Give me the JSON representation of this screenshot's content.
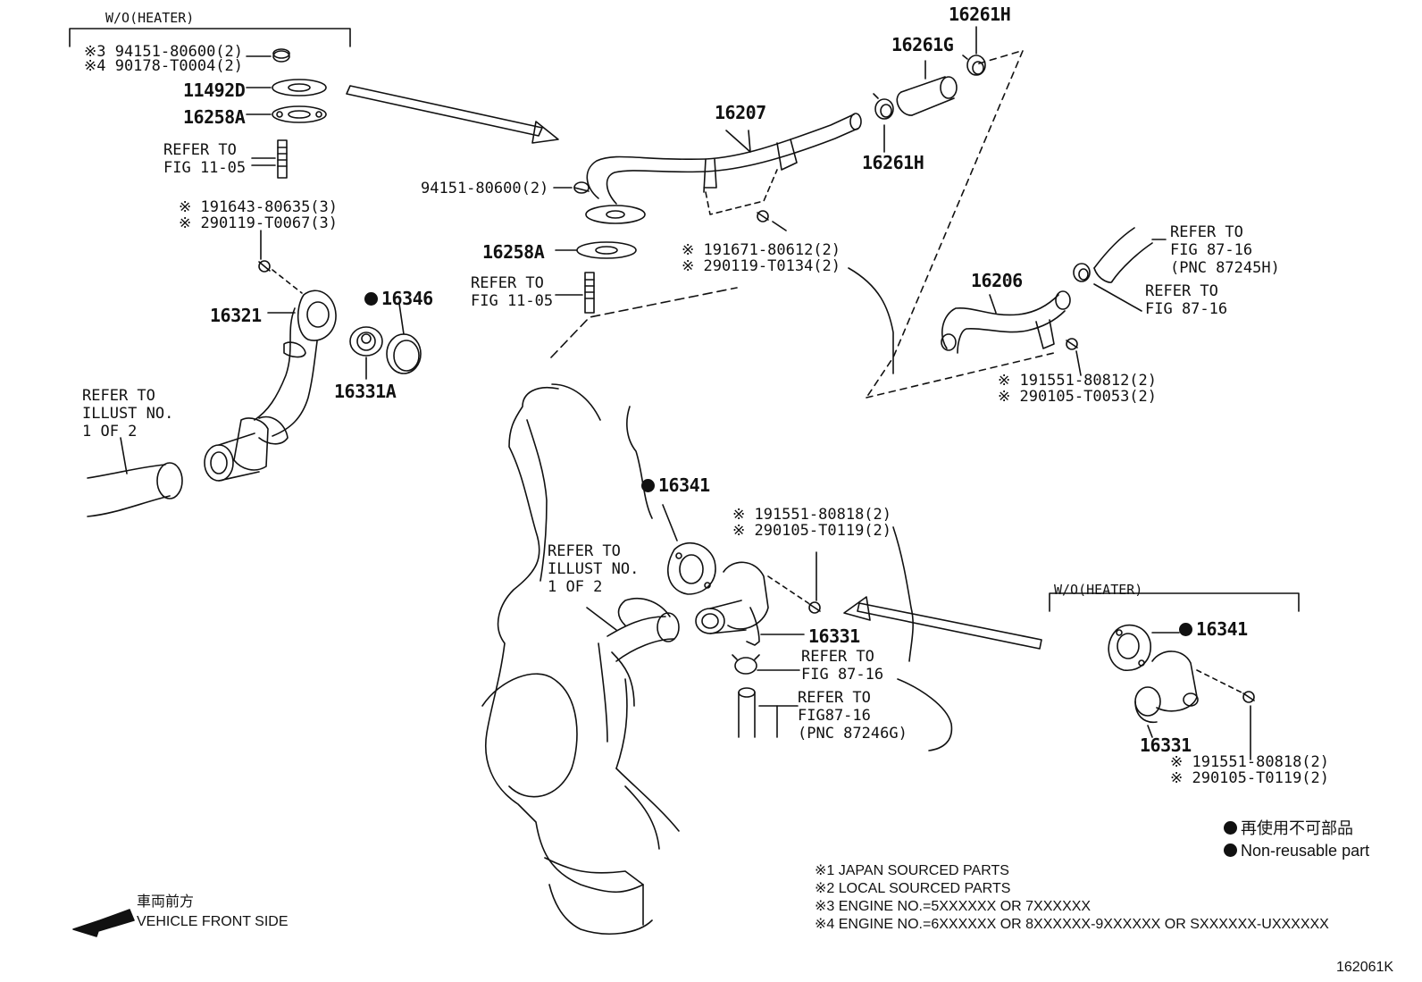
{
  "header_wo_heater": "W/O(HEATER)",
  "top_left": {
    "line1": "※3 94151-80600(2)",
    "line2": "※4 90178-T0004(2)",
    "p11492d": "11492D",
    "p16258a": "16258A",
    "refer_fig_11_05_a": "REFER TO\nFIG 11-05",
    "bolt_a_1": "※ 191643-80635(3)",
    "bolt_a_2": "※ 290119-T0067(3)",
    "p16321": "16321",
    "p16346": "16346",
    "p16331a": "16331A",
    "refer_illust_a": "REFER TO\nILLUST NO.\n1 OF 2"
  },
  "top_center": {
    "p16207": "16207",
    "nut": "94151-80600(2)",
    "p16258a": "16258A",
    "refer_fig_11_05_b": "REFER TO\nFIG 11-05",
    "bolt_b_1": "※ 191671-80612(2)",
    "bolt_b_2": "※ 290119-T0134(2)"
  },
  "top_right": {
    "p16261h_top": "16261H",
    "p16261g": "16261G",
    "p16261h_bottom": "16261H",
    "refer_87_16_pnc": "REFER TO\nFIG 87-16\n(PNC 87245H)",
    "p16206": "16206",
    "refer_87_16": "REFER TO\nFIG 87-16",
    "bolt_c_1": "※ 191551-80812(2)",
    "bolt_c_2": "※ 290105-T0053(2)"
  },
  "middle": {
    "p16341": "16341",
    "bolt_d_1": "※ 191551-80818(2)",
    "bolt_d_2": "※ 290105-T0119(2)",
    "refer_illust_b": "REFER TO\nILLUST NO.\n1 OF 2",
    "p16331": "16331",
    "refer_87_16_a": "REFER TO\nFIG 87-16",
    "refer_87_16_b": "REFER TO\nFIG87-16\n(PNC 87246G)"
  },
  "right_box": {
    "header": "W/O(HEATER)",
    "p16341": "16341",
    "p16331": "16331",
    "bolt_e_1": "※ 191551-80818(2)",
    "bolt_e_2": "※ 290105-T0119(2)"
  },
  "legend": {
    "non_reusable_jp": "再使用不可部品",
    "non_reusable_en": "Non-reusable part",
    "note1": "※1 JAPAN SOURCED PARTS",
    "note2": "※2 LOCAL SOURCED PARTS",
    "note3": "※3 ENGINE NO.=5XXXXXX OR 7XXXXXX",
    "note4": "※4 ENGINE NO.=6XXXXXX OR 8XXXXXX-9XXXXXX OR SXXXXXX-UXXXXXX"
  },
  "front": {
    "jp": "車両前方",
    "en": "VEHICLE FRONT SIDE"
  },
  "figure_id": "162061K"
}
